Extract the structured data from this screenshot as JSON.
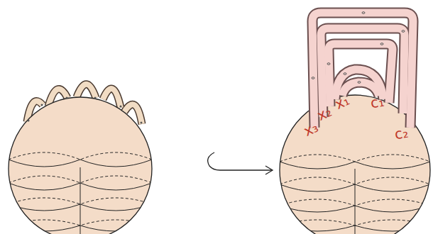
{
  "diagram": {
    "labels": [
      "x₁",
      "x₂",
      "x₃",
      "c₁",
      "c₂"
    ]
  }
}
